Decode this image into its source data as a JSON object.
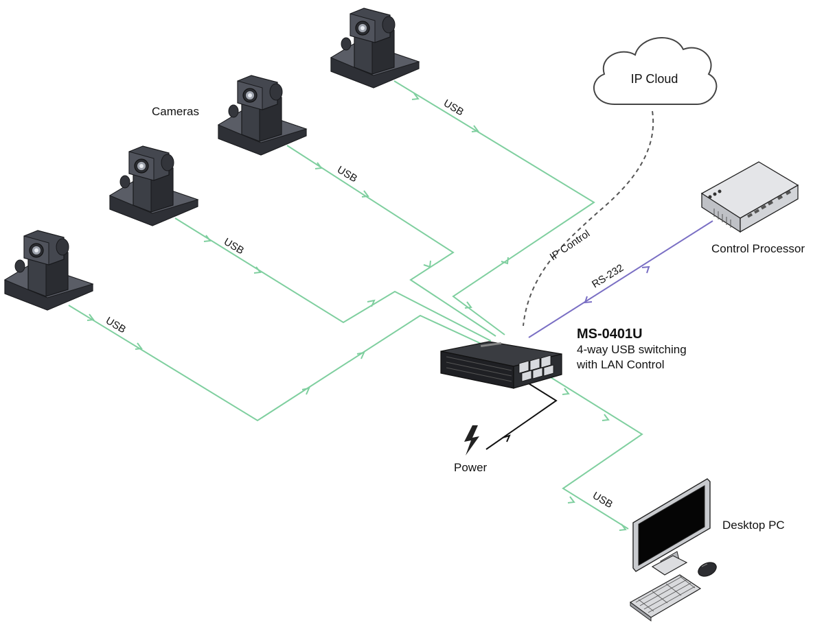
{
  "title": "",
  "labels": {
    "cameras": "Cameras",
    "ip_cloud": "IP Cloud",
    "control_processor": "Control Processor",
    "device_name": "MS-0401U",
    "device_desc_line1": "4-way USB switching",
    "device_desc_line2": "with LAN Control",
    "power": "Power",
    "desktop_pc": "Desktop PC"
  },
  "connections": {
    "usb": "USB",
    "ip_control": "IP Control",
    "rs232": "RS-232"
  },
  "colors": {
    "usb_line": "#7fcf9f",
    "rs232_line": "#7a6fc4",
    "ip_line": "#555555",
    "power_line": "#111111",
    "device_dark": "#2b2d31",
    "camera_body": "#3a3c42",
    "camera_base": "#555861"
  },
  "icons": [
    "camera-icon",
    "cloud-icon",
    "control-processor-icon",
    "usb-switch-icon",
    "lightning-icon",
    "desktop-pc-icon",
    "mouse-icon",
    "keyboard-icon"
  ]
}
